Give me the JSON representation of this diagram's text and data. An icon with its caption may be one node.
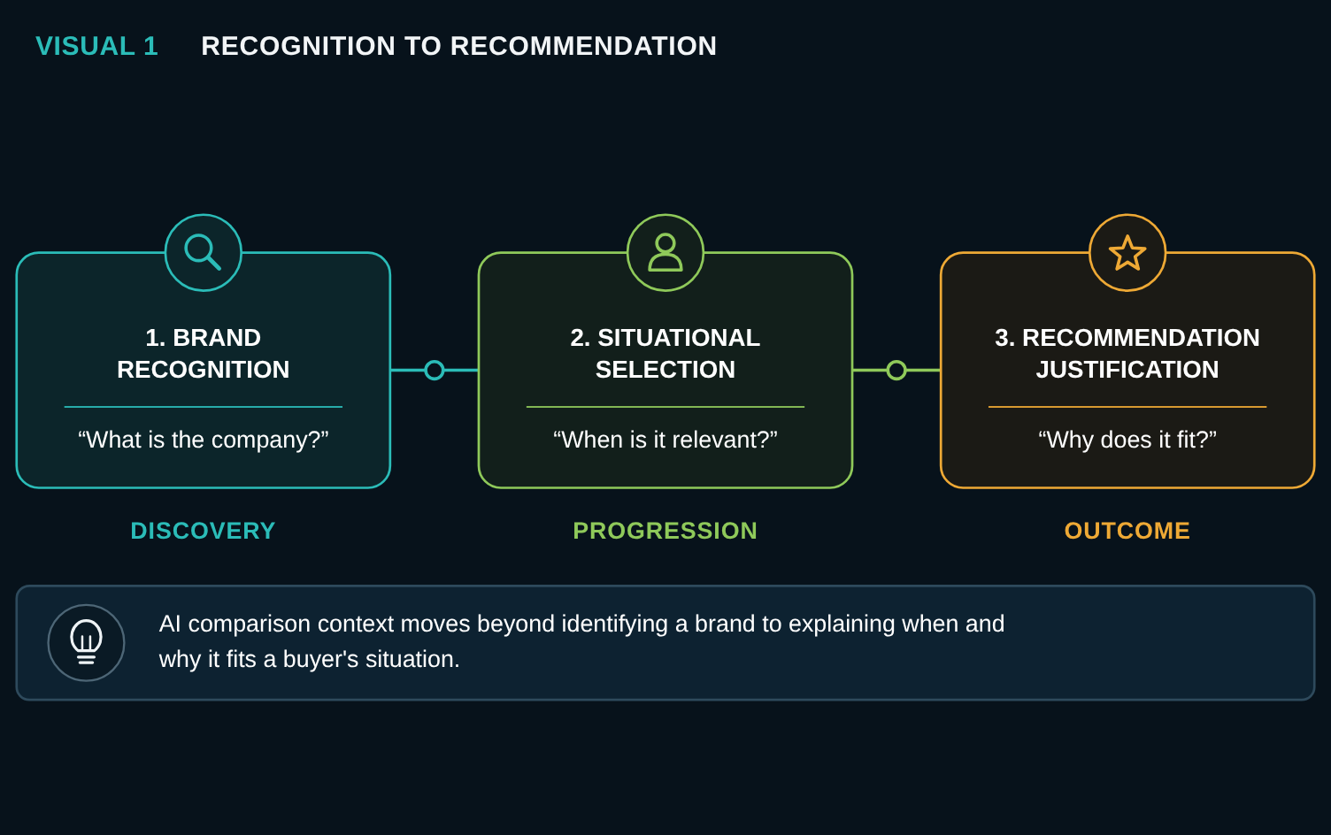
{
  "diagram": {
    "title": "RECOGNITION TO RECOMMENDATION",
    "nodes": [
      {
        "text": [
          "1. BRAND RECOGNITION",
          "“What is the company?”"
        ],
        "beside": [
          "DISCOVERY"
        ]
      },
      {
        "text": [
          "2. SITUATIONAL SELECTION",
          "“When is it relevant?”"
        ],
        "beside": [
          "PROGRESSION"
        ]
      },
      {
        "text": [
          "3. RECOMMENDATION JUSTIFICATION",
          "“Why does it fit?”"
        ],
        "beside": [
          "OUTCOME"
        ]
      },
      {
        "text": [
          "AI comparison context moves beyond identifying a brand to explaining when and why it fits a buyer's situation."
        ]
      }
    ],
    "edges": [
      {
        "from": 0,
        "to": 1,
        "arrow": "none",
        "color": "#2bbcb8"
      },
      {
        "from": 1,
        "to": 2,
        "arrow": "none",
        "color": "#8fc95a"
      }
    ],
    "labels": [
      "VISUAL 1"
    ]
  }
}
